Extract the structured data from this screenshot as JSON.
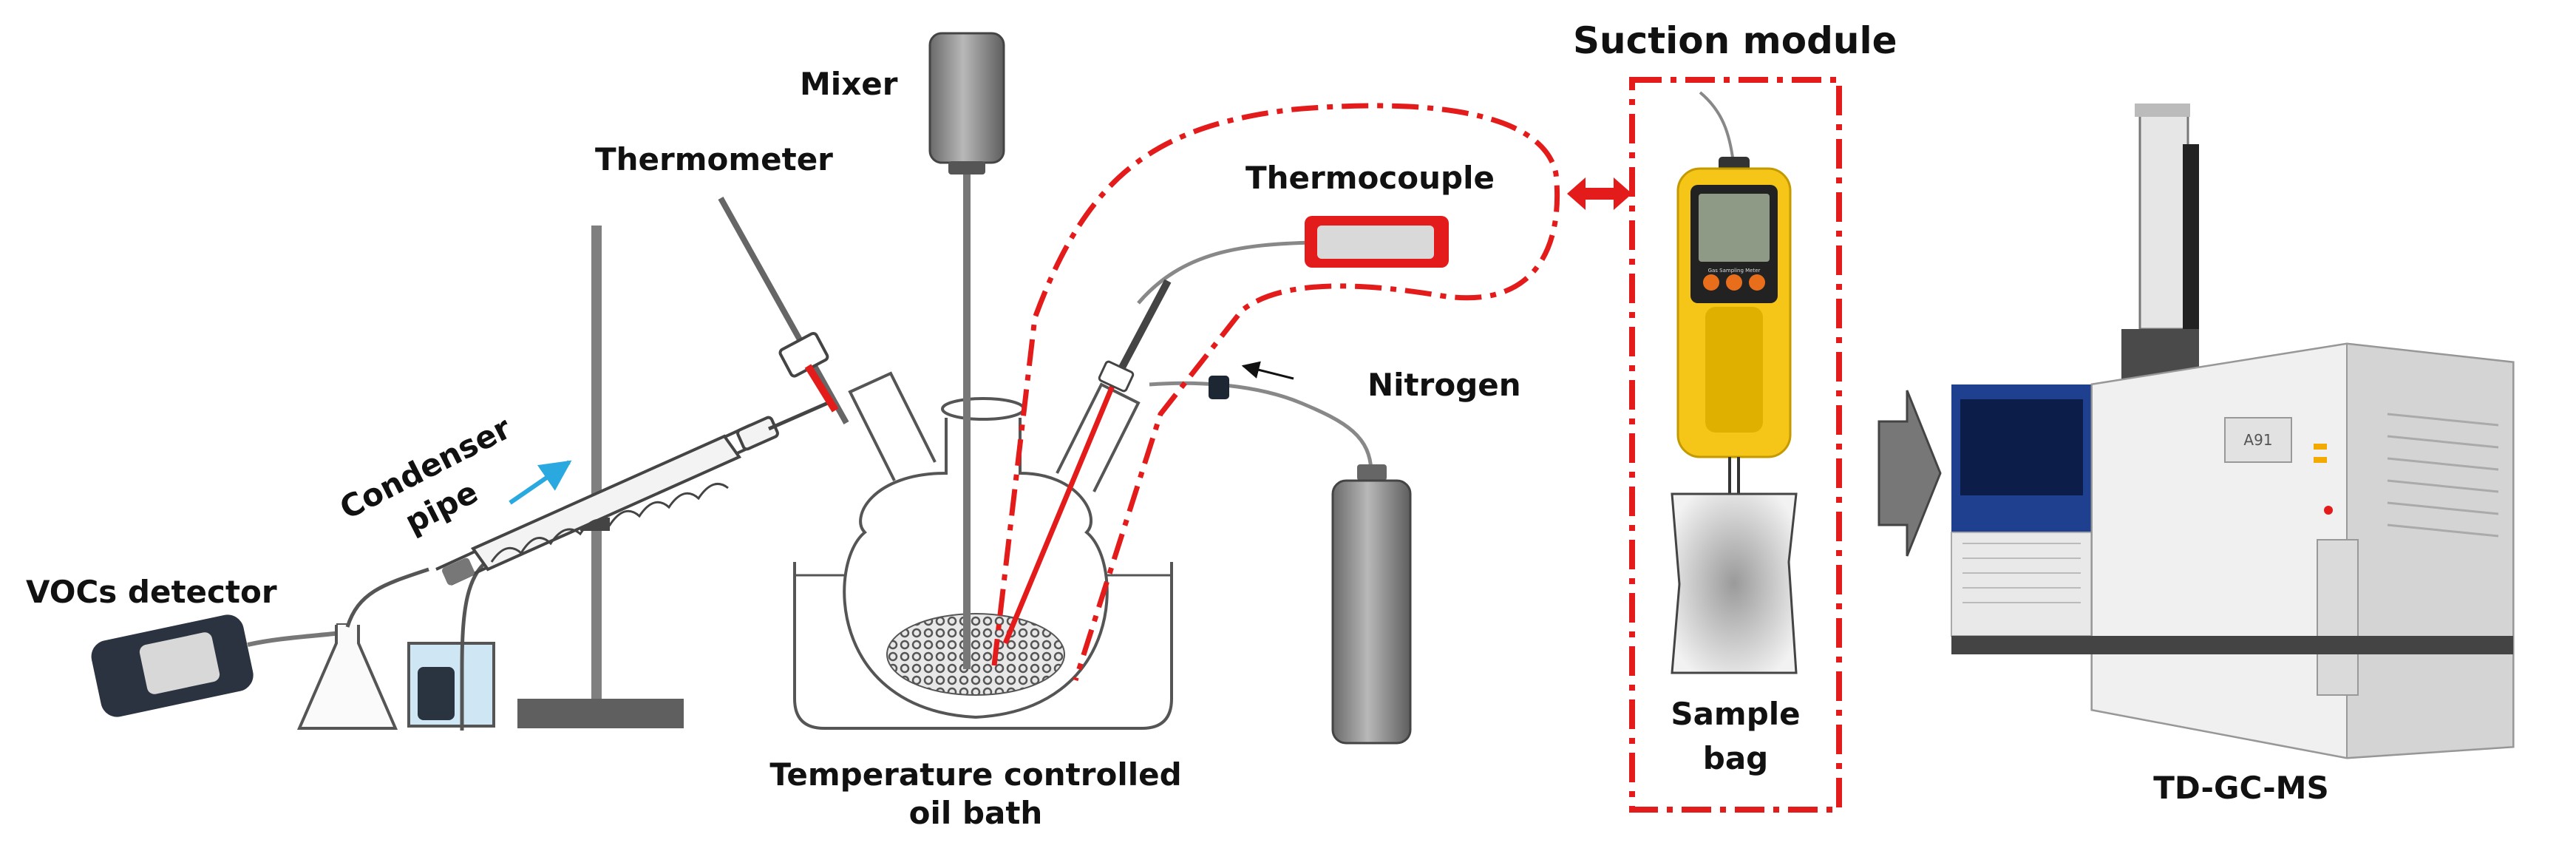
{
  "labels": {
    "mixer": "Mixer",
    "thermometer": "Thermometer",
    "thermocouple": "Thermocouple",
    "nitrogen": "Nitrogen",
    "suction_module": "Suction module",
    "condenser_line1": "Condenser",
    "condenser_line2": "pipe",
    "vocs_detector": "VOCs detector",
    "oil_bath_line1": "Temperature controlled",
    "oil_bath_line2": "oil bath",
    "sample_bag_line1": "Sample",
    "sample_bag_line2": "bag",
    "gcms": "TD-GC-MS",
    "instrument_model": "A91",
    "meter_caption": "Gas Sampling Meter"
  },
  "colors": {
    "accent_red": "#e31b1b",
    "suction_yellow": "#f5c518",
    "water_blue": "#cfe6f5",
    "flow_arrow_blue": "#2aa8e0",
    "device_dark": "#2c2c2c",
    "gray_body": "#8a8a8a",
    "gcms_blue": "#1f3f8f"
  }
}
